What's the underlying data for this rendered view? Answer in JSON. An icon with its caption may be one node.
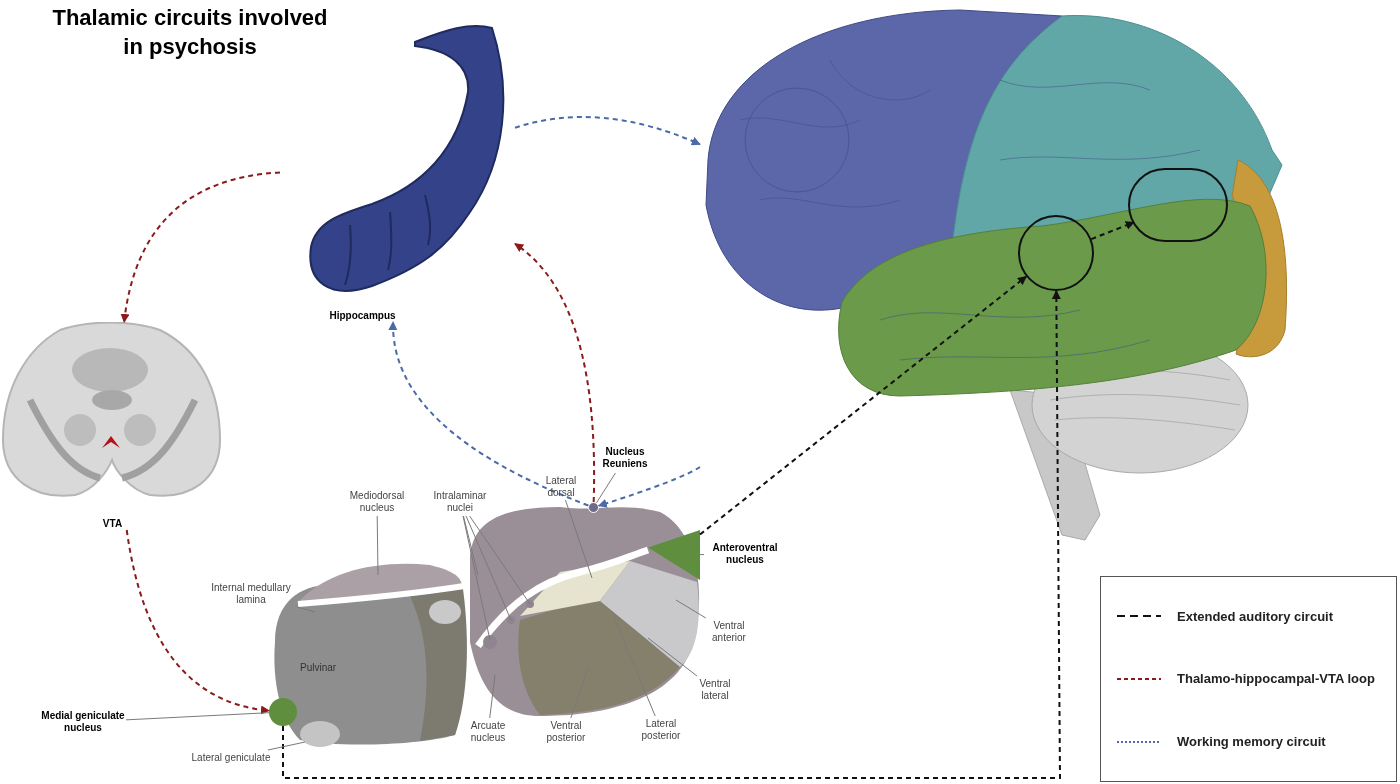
{
  "diagram": {
    "title": "Thalamic circuits involved in psychosis",
    "nodes": [
      {
        "text": [
          "Hippocampus"
        ]
      },
      {
        "text": [
          "VTA"
        ]
      },
      {
        "text": [],
        "shape": "picture"
      },
      {
        "text": [],
        "shape": "circle",
        "in": 2
      },
      {
        "text": [],
        "shape": "circle",
        "in": 2
      },
      {
        "text": [],
        "shape": "circle"
      },
      {
        "text": [],
        "shape": "wedge"
      },
      {
        "text": [],
        "shape": "circle"
      },
      {
        "text": [
          "Nucleus Reuniens"
        ]
      },
      {
        "text": [
          "Anteroventral nucleus"
        ]
      },
      {
        "text": [
          "Medial geniculate nucleus"
        ]
      },
      {
        "text": [
          "Lateral dorsal"
        ]
      },
      {
        "text": [
          "Mediodorsal nucleus"
        ]
      },
      {
        "text": [
          "Intralaminar nuclei"
        ]
      },
      {
        "text": [
          "Internal medullary lamina"
        ]
      },
      {
        "text": [
          "Lateral geniculate"
        ]
      },
      {
        "text": [
          "Arcuate nucleus"
        ]
      },
      {
        "text": [
          "Ventral posterior"
        ]
      },
      {
        "text": [
          "Lateral posterior"
        ]
      },
      {
        "text": [
          "Ventral lateral"
        ]
      },
      {
        "text": [
          "Ventral anterior"
        ]
      }
    ],
    "edges": [
      {
        "from": 0,
        "to": 1,
        "arrow": "to",
        "style": "dashed",
        "color": "#8b1a1a"
      },
      {
        "from": 1,
        "to": 7,
        "arrow": "to",
        "style": "dashed",
        "color": "#8b1a1a"
      },
      {
        "from": 5,
        "to": 0,
        "arrow": "to",
        "style": "dashed",
        "color": "#8b1a1a"
      },
      {
        "from": 0,
        "to": 2,
        "arrow": "to",
        "style": "dashed",
        "color": "#4a6aa8"
      },
      {
        "from": 2,
        "to": 5,
        "arrow": "to",
        "style": "dashed",
        "color": "#4a6aa8"
      },
      {
        "from": 5,
        "to": 0,
        "arrow": "to",
        "style": "dashed",
        "color": "#4a6aa8"
      },
      {
        "from": 6,
        "to": 3,
        "arrow": "to",
        "style": "dashed",
        "color": "#111111"
      },
      {
        "from": 7,
        "to": 3,
        "arrow": "to",
        "style": "dashed",
        "color": "#111111"
      },
      {
        "from": 3,
        "to": 4,
        "arrow": "to",
        "style": "dashed",
        "color": "#111111"
      },
      {
        "from": 8,
        "to": 5,
        "arrow": "none"
      },
      {
        "from": 9,
        "to": 6,
        "arrow": "none"
      },
      {
        "from": 10,
        "to": 7,
        "arrow": "none"
      },
      {
        "from": 11,
        "to": null,
        "arrow": "none"
      },
      {
        "from": 12,
        "to": null,
        "arrow": "none"
      },
      {
        "from": 13,
        "to": null,
        "arrow": "none"
      },
      {
        "from": 13,
        "to": null,
        "arrow": "none"
      },
      {
        "from": 13,
        "to": null,
        "arrow": "none"
      },
      {
        "from": 13,
        "to": null,
        "arrow": "none"
      },
      {
        "from": 14,
        "to": null,
        "arrow": "none"
      },
      {
        "from": 15,
        "to": null,
        "arrow": "none"
      },
      {
        "from": 16,
        "to": null,
        "arrow": "none"
      },
      {
        "from": 17,
        "to": null,
        "arrow": "none"
      },
      {
        "from": 18,
        "to": null,
        "arrow": "none"
      },
      {
        "from": 19,
        "to": null,
        "arrow": "none"
      },
      {
        "from": 20,
        "to": null,
        "arrow": "none"
      }
    ],
    "labels": [
      "Pulvinar"
    ],
    "legend": [
      {
        "text": "Extended auditory circuit"
      },
      {
        "text": "Thalamo-hippocampal-VTA loop"
      },
      {
        "text": "Working memory circuit"
      }
    ]
  }
}
